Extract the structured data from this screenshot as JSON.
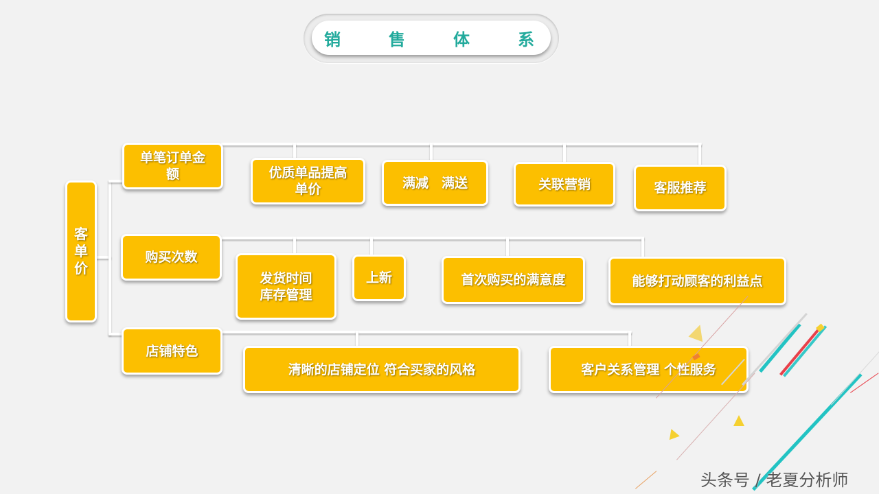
{
  "title": {
    "chars": [
      "销",
      "售",
      "体",
      "系"
    ],
    "text": "销售体系",
    "color": "#22aa9c"
  },
  "root": {
    "label": "客\n单\n价"
  },
  "branches": [
    {
      "label": "单笔订单金\n额",
      "children": [
        "优质单品提高\n单价",
        "满减　满送",
        "关联营销",
        "客服推荐"
      ]
    },
    {
      "label": "购买次数",
      "children": [
        "发货时间\n库存管理",
        "上新",
        "首次购买的满意度",
        "能够打动顾客的利益点"
      ]
    },
    {
      "label": "店铺特色",
      "children": [
        "清晰的店铺定位  符合买家的风格",
        "客户关系管理  个性服务"
      ]
    }
  ],
  "colors": {
    "box": "#fcbf00",
    "background": "#f2f2f2",
    "accent_teal": "#22c3c3",
    "accent_red": "#e8404a"
  },
  "watermark": "头条号 / 老夏分析师"
}
